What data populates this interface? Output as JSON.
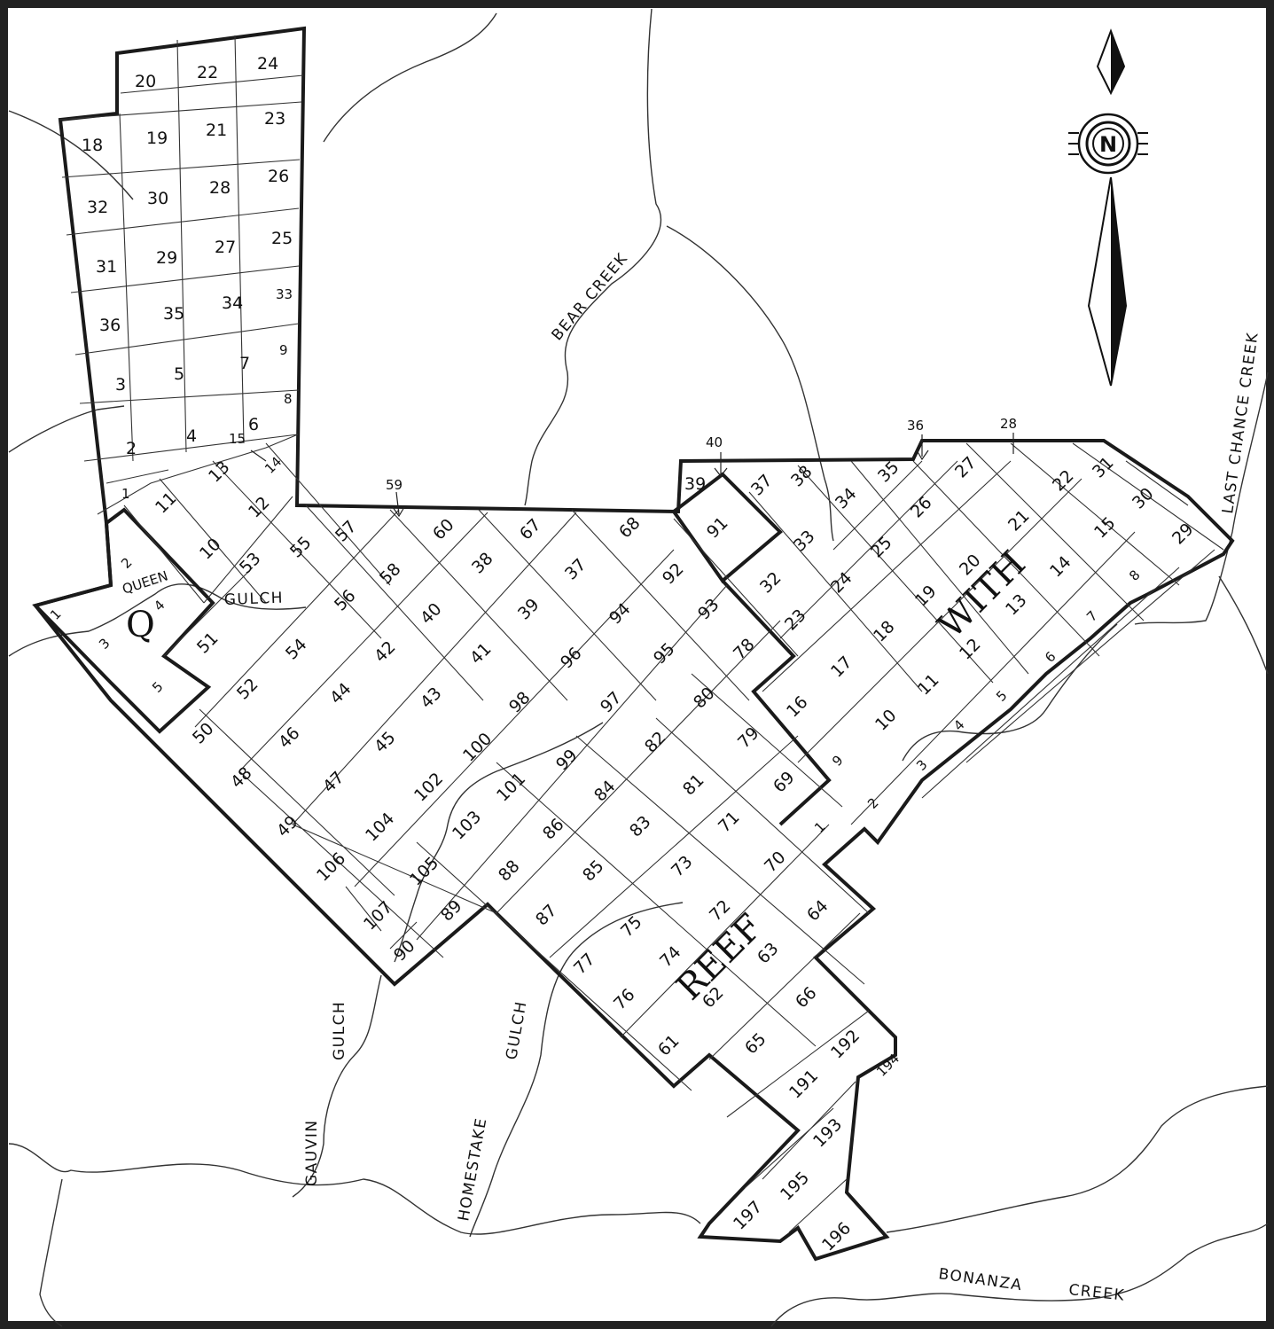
{
  "map": {
    "colors": {
      "ink": "#111111",
      "paper": "#ffffff"
    },
    "north_arrow": {
      "letter": "N",
      "icon": "north-arrow-icon"
    },
    "water": {
      "bear_creek": "BEAR CREEK",
      "last_chance_creek": "LAST CHANCE CREEK",
      "bonanza": "BONANZA",
      "creek": "CREEK",
      "queen": "QUEEN",
      "gulch": "GULCH",
      "gauvin": "GAUVIN",
      "homestake": "HOMESTAKE"
    },
    "claim_groups": {
      "q": "Q",
      "with": "WITH",
      "reef": "REEF"
    },
    "claims": {
      "c20": "20",
      "c22": "22",
      "c24": "24",
      "c18": "18",
      "c19": "19",
      "c21": "21",
      "c23": "23",
      "c32": "32",
      "c30": "30",
      "c28": "28",
      "c26": "26",
      "c31": "31",
      "c29": "29",
      "c27": "27",
      "c25": "25",
      "c36": "36",
      "c35": "35",
      "c34": "34",
      "c33": "33",
      "c3": "3",
      "c5": "5",
      "c7": "7",
      "c9": "9",
      "c8": "8",
      "c2": "2",
      "c4": "4",
      "c6": "6",
      "c15": "15",
      "c1": "1",
      "c13": "13",
      "c14": "14",
      "q11": "11",
      "q12": "12",
      "q2": "2",
      "q10": "10",
      "q1": "1",
      "q3": "3",
      "q4": "4",
      "q5": "5",
      "r53": "53",
      "r55": "55",
      "r57": "57",
      "r59": "59",
      "r60": "60",
      "r67": "67",
      "r68": "68",
      "r51": "51",
      "r56": "56",
      "r58": "58",
      "r38": "38",
      "r37": "37",
      "r92": "92",
      "r91": "91",
      "r52": "52",
      "r54": "54",
      "r40": "40",
      "r39": "39",
      "r94": "94",
      "r93": "93",
      "r50": "50",
      "r44": "44",
      "r42": "42",
      "r41": "41",
      "r96": "96",
      "r95": "95",
      "r78": "78",
      "r48": "48",
      "r46": "46",
      "r43": "43",
      "r98": "98",
      "r97": "97",
      "r80": "80",
      "r49": "49",
      "r47": "47",
      "r45": "45",
      "r100": "100",
      "r82": "82",
      "r79": "79",
      "r106": "106",
      "r104": "104",
      "r102": "102",
      "r99": "99",
      "r101": "101",
      "r84": "84",
      "r81": "81",
      "r69": "69",
      "r107": "107",
      "r105": "105",
      "r103": "103",
      "r86": "86",
      "r83": "83",
      "r71": "71",
      "r90": "90",
      "r89": "89",
      "r88": "88",
      "r85": "85",
      "r73": "73",
      "r70": "70",
      "r87": "87",
      "r75": "75",
      "r72": "72",
      "r64": "64",
      "r77": "77",
      "r74": "74",
      "r63": "63",
      "r76": "76",
      "r62": "62",
      "r66": "66",
      "r61": "61",
      "r65": "65",
      "r192": "192",
      "r194": "194",
      "r191": "191",
      "r193": "193",
      "r195": "195",
      "r197": "197",
      "r196": "196",
      "w40": "40",
      "w39": "39",
      "w37": "37",
      "w38": "38",
      "w34": "34",
      "w35": "35",
      "w36": "36",
      "w27": "27",
      "w28": "28",
      "w26": "26",
      "w22": "22",
      "w31": "31",
      "w30": "30",
      "w29": "29",
      "w32": "32",
      "w33": "33",
      "w24": "24",
      "w25": "25",
      "w21": "21",
      "w15": "15",
      "w14": "14",
      "w23": "23",
      "w20": "20",
      "w19": "19",
      "w13": "13",
      "w8": "8",
      "w7": "7",
      "w18": "18",
      "w12": "12",
      "w6": "6",
      "w17": "17",
      "w11": "11",
      "w5": "5",
      "w16": "16",
      "w10": "10",
      "w4": "4",
      "w9": "9",
      "w3": "3",
      "w2": "2",
      "w1": "1"
    }
  }
}
